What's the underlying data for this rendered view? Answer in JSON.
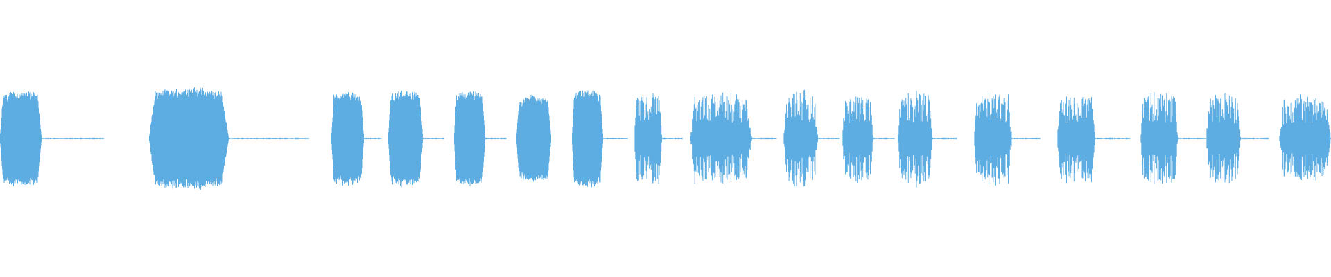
{
  "waveform": {
    "color": "#5DADE2",
    "samples_per_second": 100,
    "duration_seconds": 19.2,
    "segments": [
      {
        "start": 0.0,
        "end": 0.6,
        "peak": 0.36,
        "shape": "dense"
      },
      {
        "start": 0.6,
        "end": 1.5,
        "peak": 0.01,
        "shape": "silence"
      },
      {
        "start": 2.15,
        "end": 3.3,
        "peak": 0.38,
        "shape": "dense"
      },
      {
        "start": 3.3,
        "end": 4.45,
        "peak": 0.01,
        "shape": "silence"
      },
      {
        "start": 4.78,
        "end": 5.25,
        "peak": 0.35,
        "shape": "dense"
      },
      {
        "start": 5.25,
        "end": 5.5,
        "peak": 0.01,
        "shape": "silence"
      },
      {
        "start": 5.6,
        "end": 6.1,
        "peak": 0.36,
        "shape": "dense"
      },
      {
        "start": 6.1,
        "end": 6.4,
        "peak": 0.01,
        "shape": "silence"
      },
      {
        "start": 6.55,
        "end": 7.0,
        "peak": 0.36,
        "shape": "dense"
      },
      {
        "start": 7.0,
        "end": 7.3,
        "peak": 0.01,
        "shape": "silence"
      },
      {
        "start": 7.45,
        "end": 7.95,
        "peak": 0.32,
        "shape": "dense"
      },
      {
        "start": 8.25,
        "end": 8.7,
        "peak": 0.36,
        "shape": "dense"
      },
      {
        "start": 8.7,
        "end": 9.05,
        "peak": 0.01,
        "shape": "silence"
      },
      {
        "start": 9.15,
        "end": 9.55,
        "peak": 0.36,
        "shape": "spiky"
      },
      {
        "start": 9.55,
        "end": 9.85,
        "peak": 0.01,
        "shape": "silence"
      },
      {
        "start": 9.95,
        "end": 10.85,
        "peak": 0.34,
        "shape": "spiky"
      },
      {
        "start": 10.85,
        "end": 11.2,
        "peak": 0.01,
        "shape": "silence"
      },
      {
        "start": 11.3,
        "end": 11.8,
        "peak": 0.37,
        "shape": "spiky"
      },
      {
        "start": 11.8,
        "end": 12.1,
        "peak": 0.01,
        "shape": "silence"
      },
      {
        "start": 12.15,
        "end": 12.6,
        "peak": 0.33,
        "shape": "spiky"
      },
      {
        "start": 12.6,
        "end": 12.9,
        "peak": 0.01,
        "shape": "silence"
      },
      {
        "start": 12.95,
        "end": 13.45,
        "peak": 0.36,
        "shape": "spiky"
      },
      {
        "start": 13.45,
        "end": 13.8,
        "peak": 0.01,
        "shape": "silence"
      },
      {
        "start": 14.05,
        "end": 14.6,
        "peak": 0.35,
        "shape": "spiky"
      },
      {
        "start": 14.6,
        "end": 15.0,
        "peak": 0.01,
        "shape": "silence"
      },
      {
        "start": 15.25,
        "end": 15.8,
        "peak": 0.34,
        "shape": "spiky"
      },
      {
        "start": 15.8,
        "end": 16.3,
        "peak": 0.01,
        "shape": "silence"
      },
      {
        "start": 16.45,
        "end": 17.0,
        "peak": 0.36,
        "shape": "spiky"
      },
      {
        "start": 17.0,
        "end": 17.4,
        "peak": 0.01,
        "shape": "silence"
      },
      {
        "start": 17.4,
        "end": 17.9,
        "peak": 0.34,
        "shape": "spiky"
      },
      {
        "start": 17.9,
        "end": 18.3,
        "peak": 0.01,
        "shape": "silence"
      },
      {
        "start": 18.45,
        "end": 19.2,
        "peak": 0.32,
        "shape": "spiky"
      }
    ]
  }
}
